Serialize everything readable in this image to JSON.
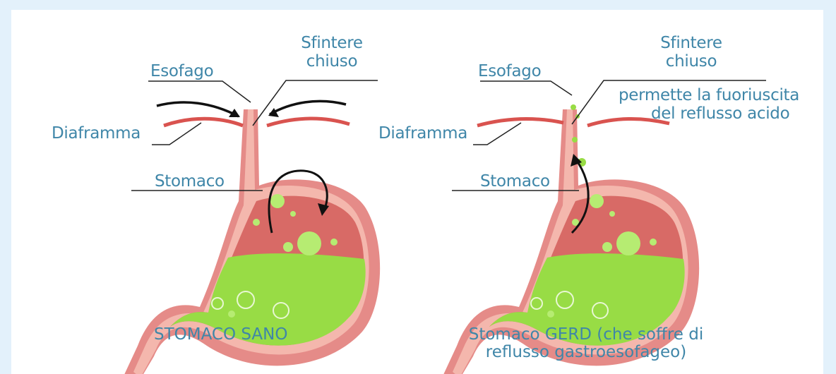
{
  "colors": {
    "background": "#e3f1fb",
    "label_text": "#3f86a8",
    "tissue_outer": "#e58b88",
    "tissue_inner": "#f4b7ad",
    "interior": "#d86a66",
    "gastric_fluid": "#98dc45",
    "diaphragm": "#d9534f",
    "bubble": "#b6ec72"
  },
  "healthy": {
    "label_sphincter_line1": "Sfintere",
    "label_sphincter_line2": "chiuso",
    "label_esophagus": "Esofago",
    "label_diaphragm": "Diaframma",
    "label_stomach": "Stomaco",
    "caption": "STOMACO SANO"
  },
  "gerd": {
    "label_sphincter_line1": "Sfintere",
    "label_sphincter_line2": "chiuso",
    "label_esophagus": "Esofago",
    "label_reflux_line1": "permette la fuoriuscita",
    "label_reflux_line2": "del reflusso acido",
    "label_diaphragm": "Diaframma",
    "label_stomach": "Stomaco",
    "caption_line1": "Stomaco GERD (che soffre di",
    "caption_line2": "reflusso gastroesofageo)"
  }
}
